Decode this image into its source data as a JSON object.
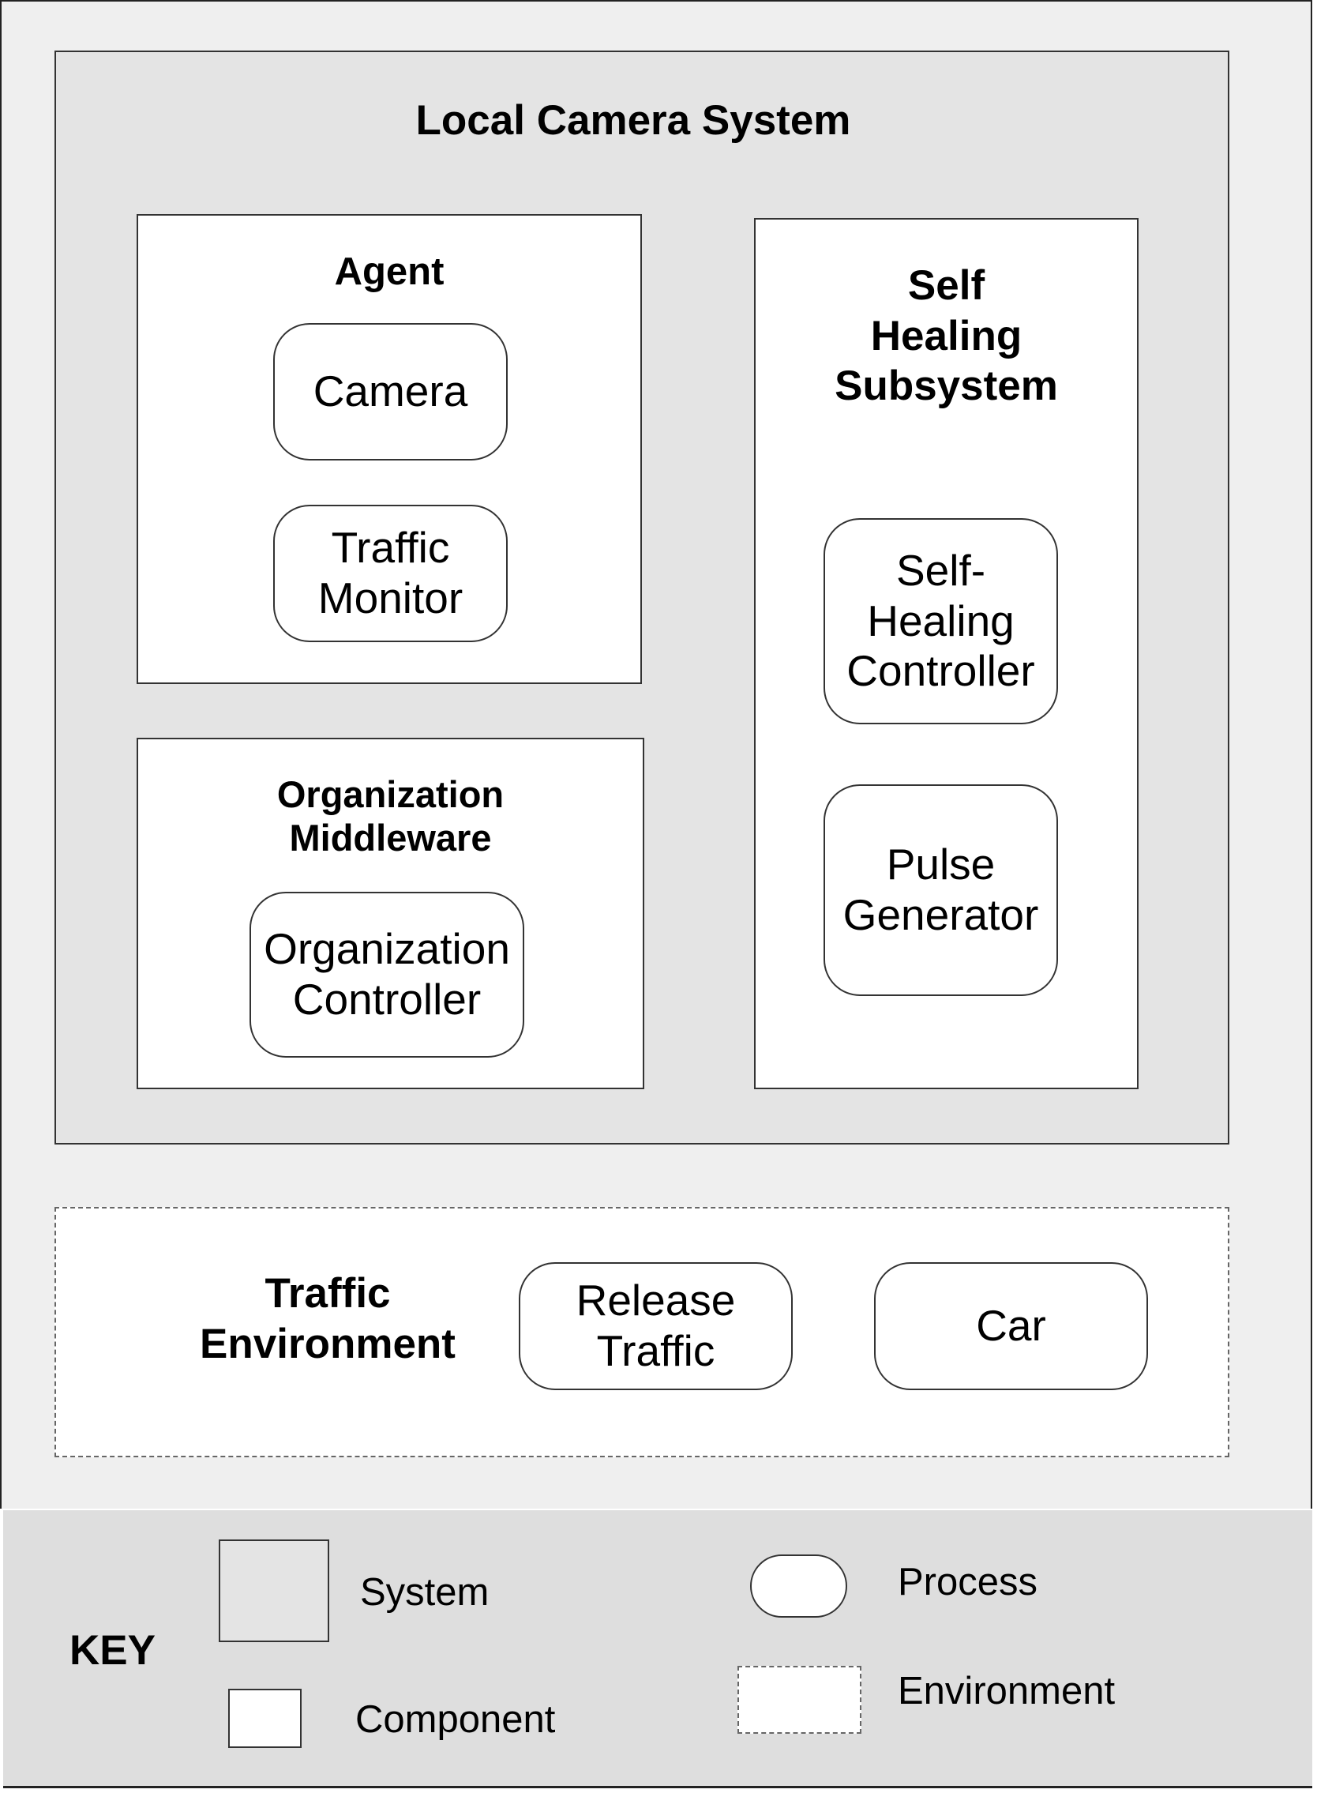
{
  "system": {
    "title": "Local Camera System"
  },
  "agent": {
    "title": "Agent",
    "processes": [
      "Camera",
      "Traffic\nMonitor"
    ]
  },
  "org_middleware": {
    "title": "Organization\nMiddleware",
    "processes": [
      "Organization\nController"
    ]
  },
  "self_healing": {
    "title": "Self\nHealing\nSubsystem",
    "processes": [
      "Self-\nHealing\nController",
      "Pulse\nGenerator"
    ]
  },
  "traffic_env": {
    "title": "Traffic\nEnvironment",
    "processes": [
      "Release\nTraffic",
      "Car"
    ]
  },
  "key": {
    "title": "KEY",
    "system": "System",
    "component": "Component",
    "process": "Process",
    "environment": "Environment"
  }
}
